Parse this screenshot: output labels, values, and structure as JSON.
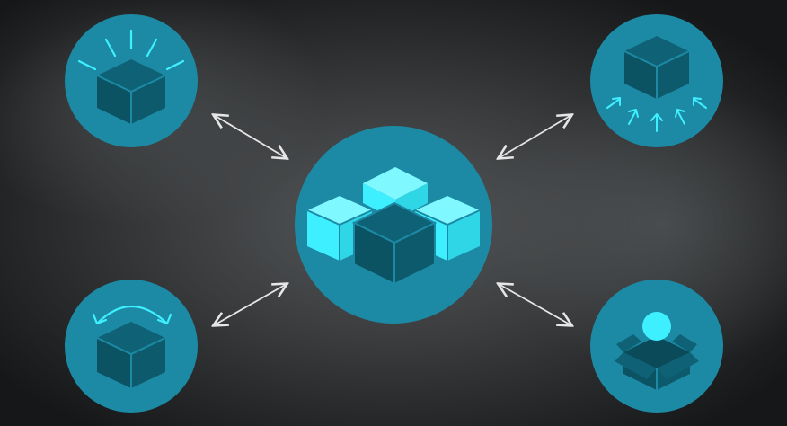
{
  "diagram": {
    "colors": {
      "background_dark": "#1c1d1e",
      "background_glow": "#515455",
      "circle_fill": "#1d8aa5",
      "cube_top": "#0f6275",
      "cube_left": "#0b5263",
      "cube_right": "#0d5a6c",
      "cube_edge": "#1d8aa5",
      "accent": "#3ef0ff",
      "arrow": "#e6e6e6"
    },
    "hub": {
      "name": "hub-cube-cluster-icon"
    },
    "nodes": [
      {
        "id": "top-left",
        "name": "glowing-box-icon"
      },
      {
        "id": "top-right",
        "name": "compress-box-icon"
      },
      {
        "id": "bottom-left",
        "name": "rotate-box-icon"
      },
      {
        "id": "bottom-right",
        "name": "open-box-icon"
      }
    ]
  }
}
